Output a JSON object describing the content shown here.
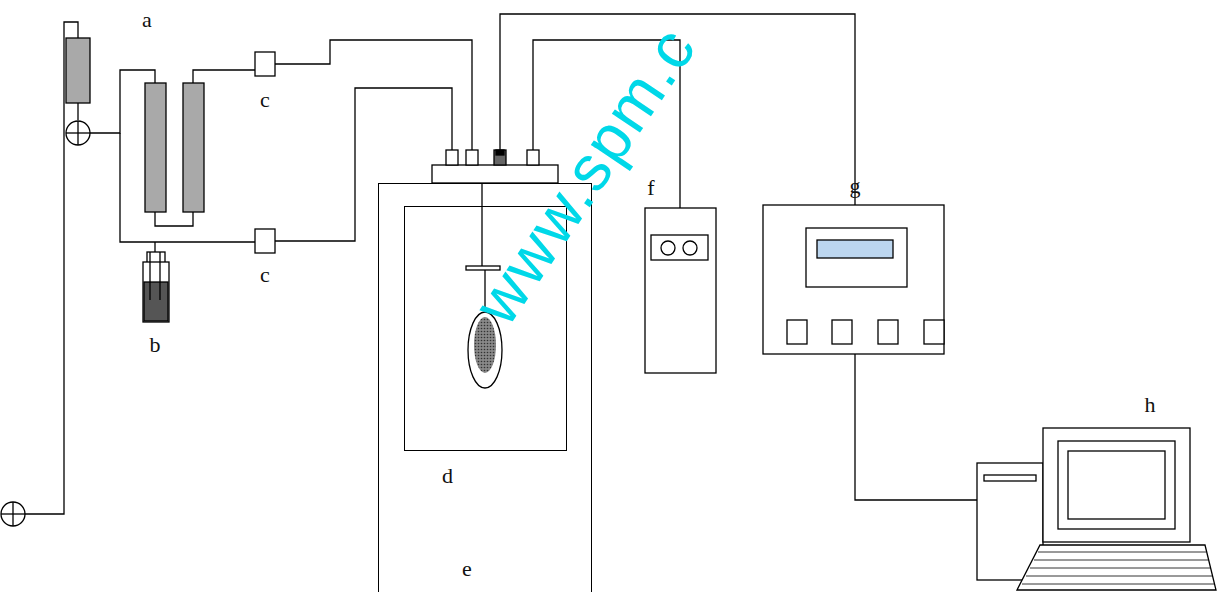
{
  "diagram": {
    "nodes": [
      {
        "text": [
          "e"
        ]
      },
      {
        "text": [
          "d"
        ],
        "in": 0
      }
    ],
    "labels": [
      "a",
      "c",
      "f",
      "g",
      "c",
      "b",
      "h",
      "www.spm.c"
    ]
  }
}
